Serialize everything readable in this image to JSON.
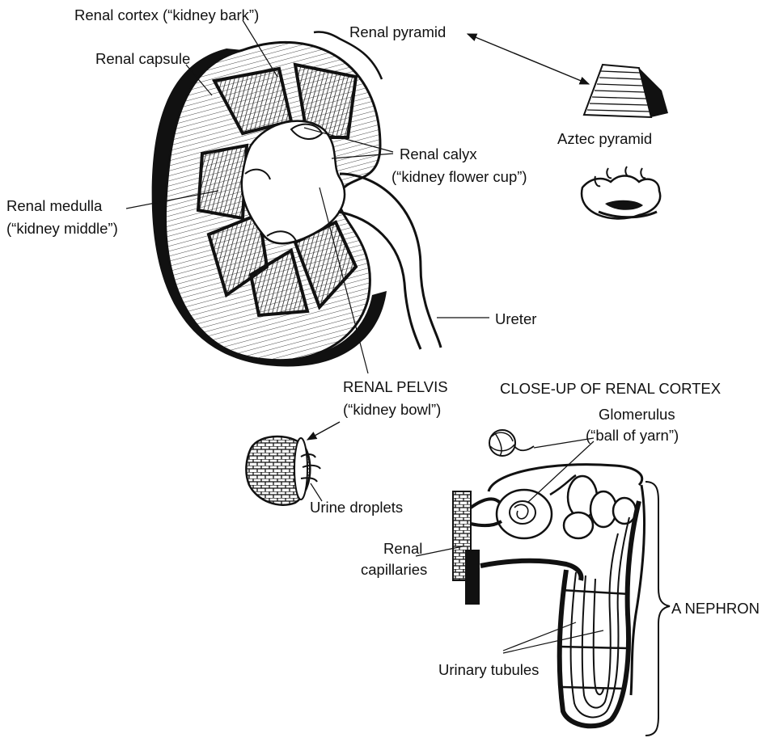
{
  "labels": {
    "renal_cortex": "Renal cortex (“kidney bark”)",
    "renal_pyramid": "Renal pyramid",
    "renal_capsule": "Renal capsule",
    "aztec_pyramid": "Aztec pyramid",
    "renal_calyx": "Renal calyx",
    "renal_calyx_gloss": "(“kidney flower cup”)",
    "renal_medulla": "Renal medulla",
    "renal_medulla_gloss": "(“kidney middle”)",
    "ureter": "Ureter",
    "renal_pelvis": "RENAL PELVIS",
    "renal_pelvis_gloss": "(“kidney bowl”)",
    "close_up_title": "CLOSE-UP OF RENAL CORTEX",
    "glomerulus": "Glomerulus",
    "glomerulus_gloss": "(“ball of yarn”)",
    "urine_droplets": "Urine droplets",
    "renal_capillaries_1": "Renal",
    "renal_capillaries_2": "capillaries",
    "a_nephron": "A NEPHRON",
    "urinary_tubules": "Urinary tubules"
  },
  "colors": {
    "ink": "#111111",
    "paper": "#ffffff"
  }
}
